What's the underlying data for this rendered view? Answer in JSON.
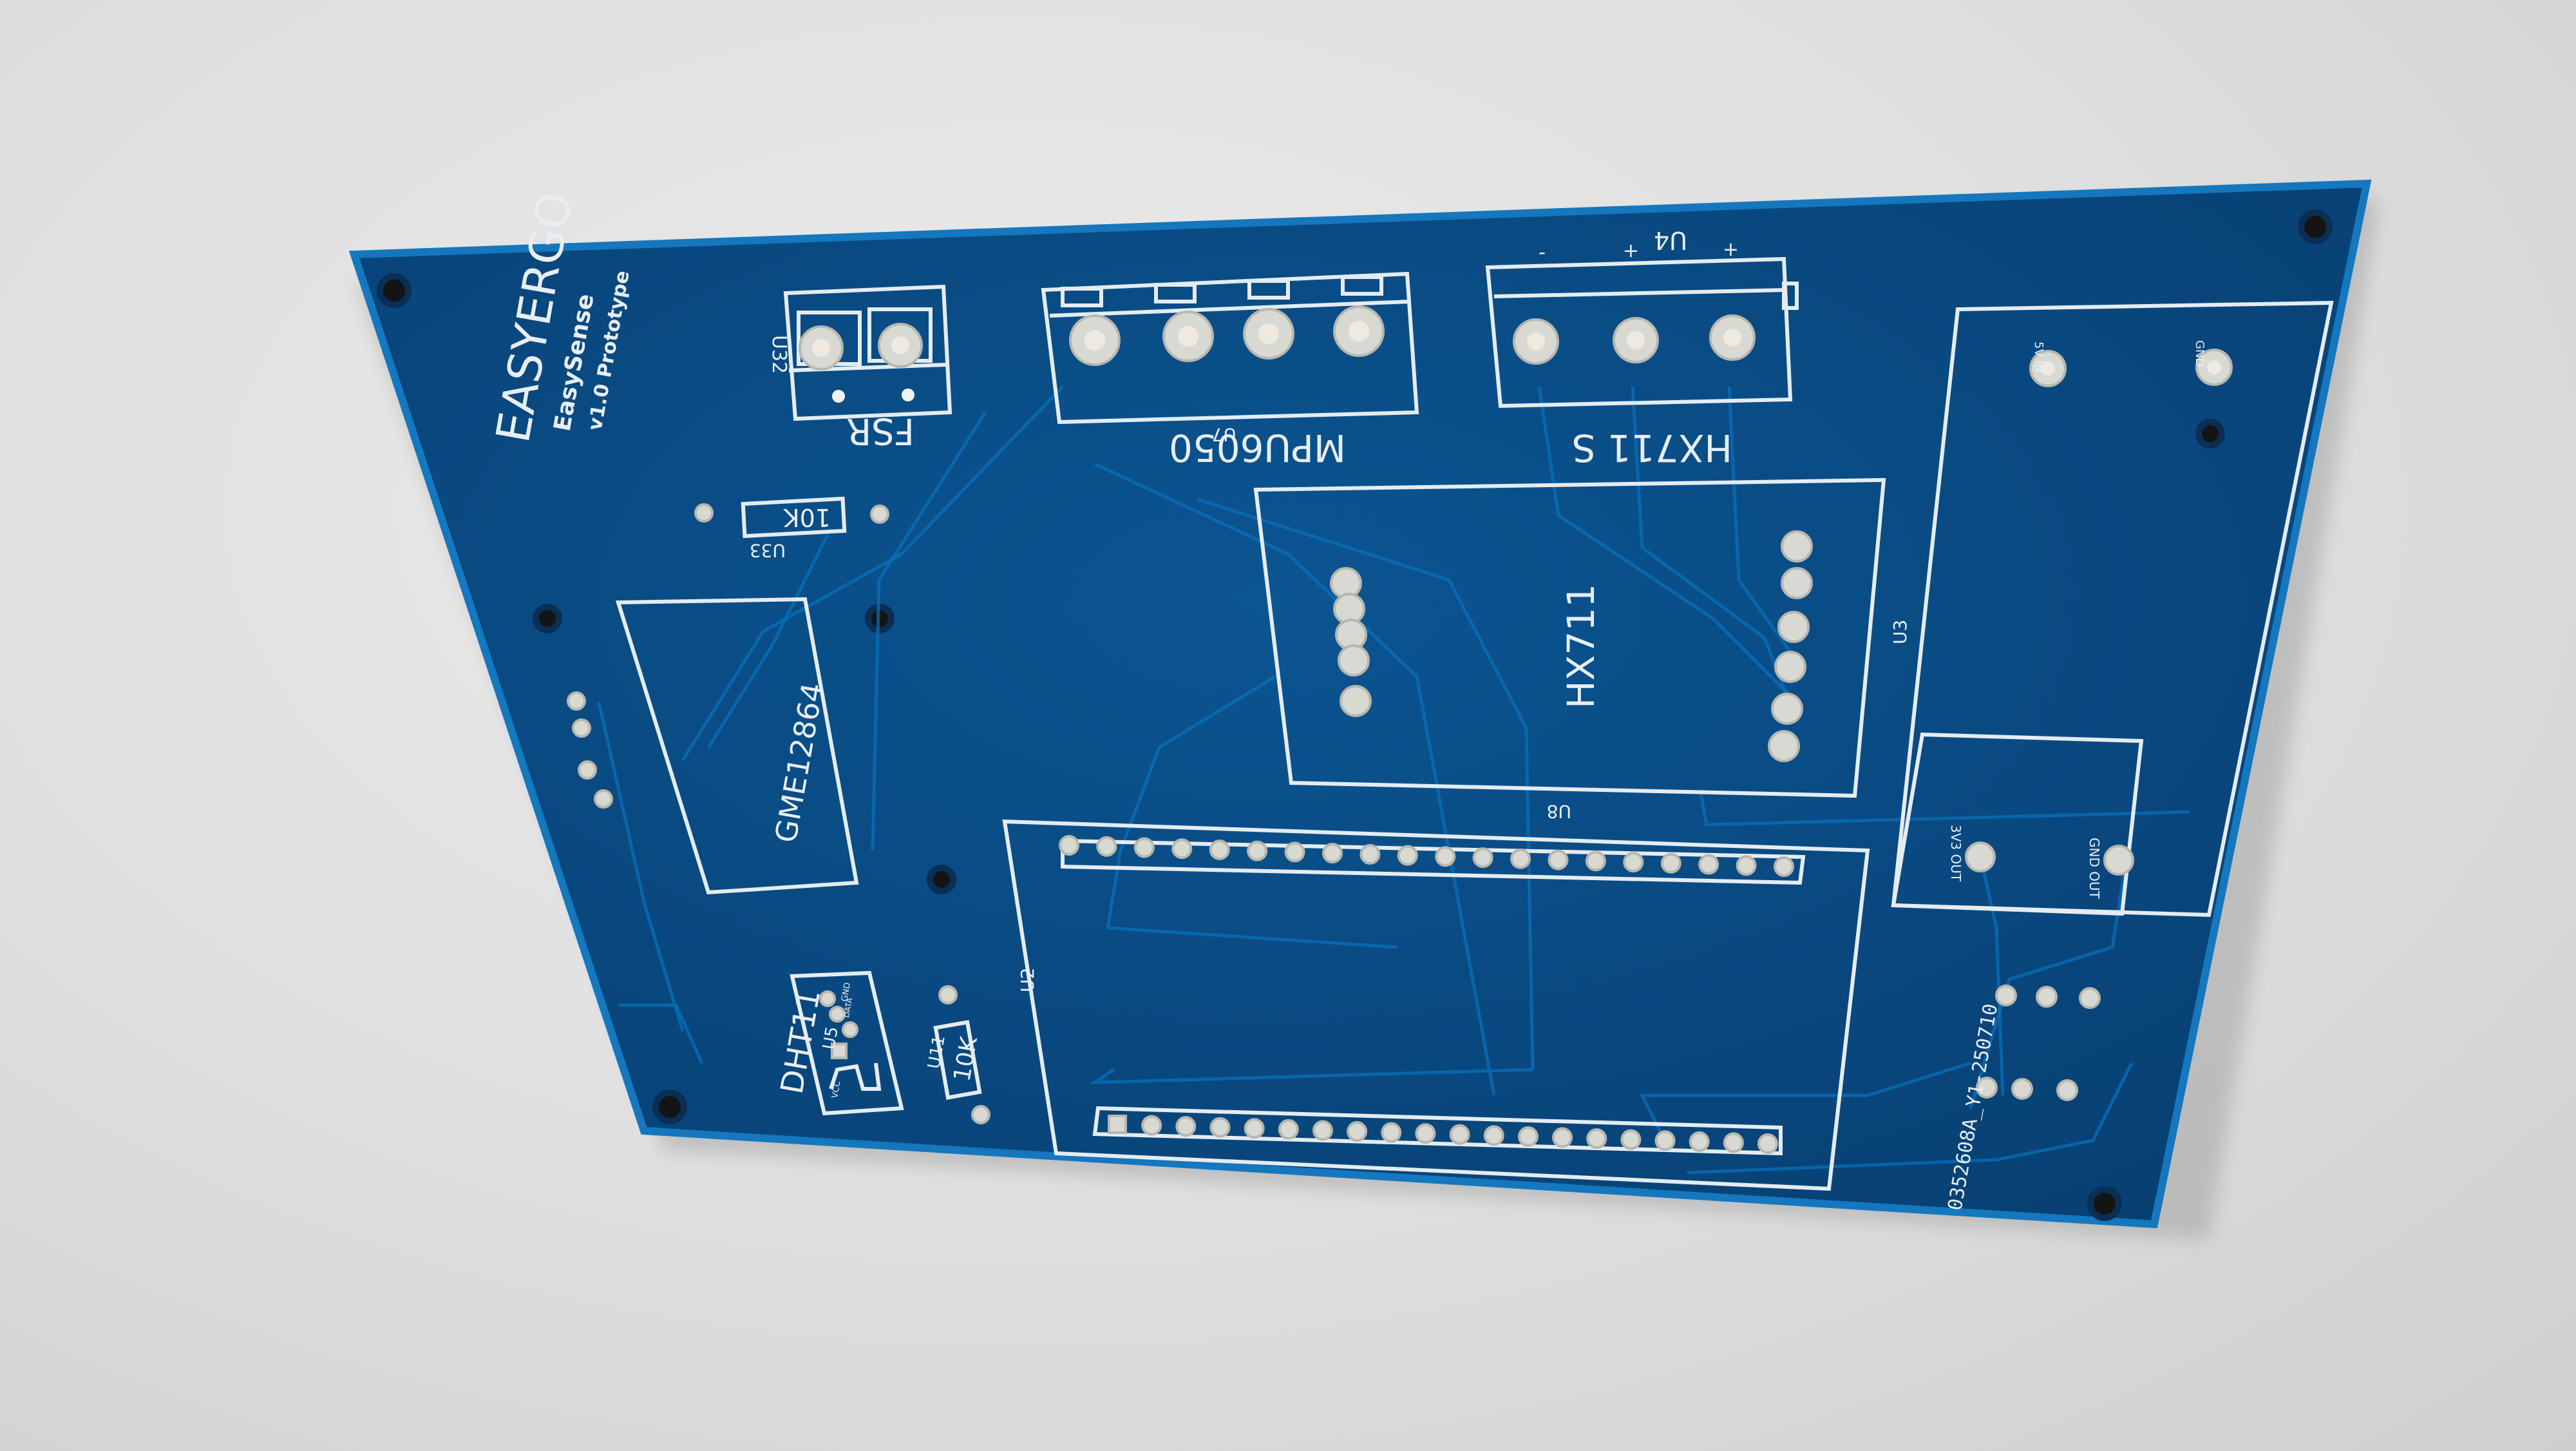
{
  "board": {
    "brand": "EASYERGO",
    "product": "EasySense",
    "version": "v1.0 Prototype",
    "serial": "0352608A_Y1-250710",
    "colors": {
      "soldermask": "#0a4f86",
      "edge": "#0f6fb2",
      "silkscreen": "#e4ecf2",
      "pad": "#d9d9d4",
      "background": "#dcdcdc"
    }
  },
  "labels": {
    "fsr": "FSR",
    "fsr_ref": "U32",
    "mpu": "MPU6050",
    "mpu_ref": "U7",
    "hx_s": "HX711 S",
    "hx_s_ref": "U4",
    "hx_pins": [
      "-",
      "+",
      "+"
    ],
    "hx711": "HX711",
    "hx711_ref": "U8",
    "oled": "GME12864",
    "r33_value": "10K",
    "r33_ref": "U33",
    "r11_value": "10K",
    "r11_ref": "U11",
    "dht": "DHT11",
    "dht_ref": "U5",
    "dht_pins": [
      "VCC",
      "DATA",
      "GND"
    ],
    "mcu_ref": "U2",
    "conv_ref": "U3",
    "conv_pins": [
      "3V3 OUT",
      "GND OUT"
    ],
    "conv_in": [
      "5V IN",
      "GND"
    ]
  }
}
